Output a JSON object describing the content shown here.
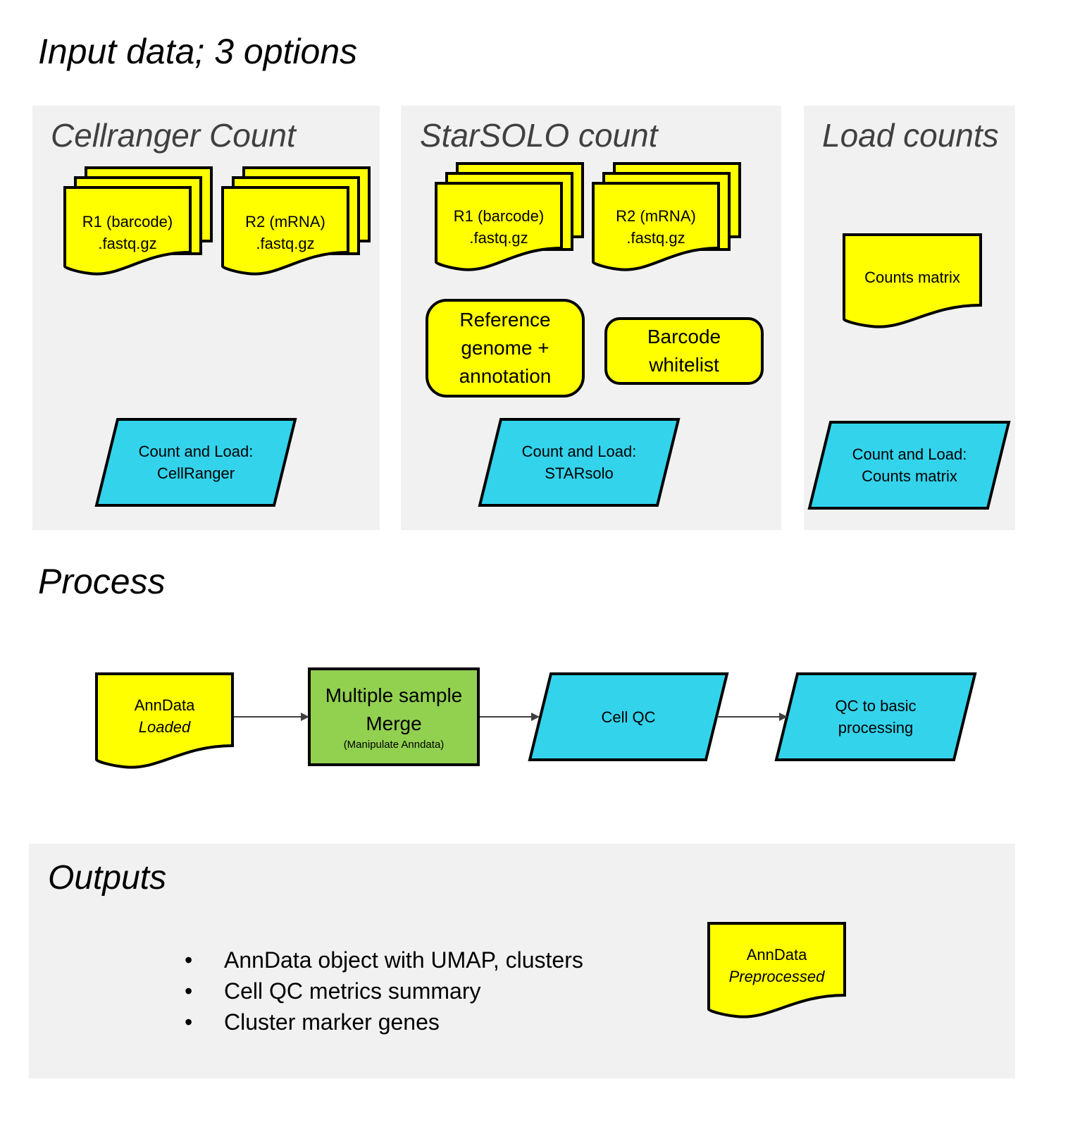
{
  "sections": {
    "input_heading": "Input data; 3 options",
    "process_heading": "Process",
    "outputs_heading": "Outputs"
  },
  "colors": {
    "panel_bg": "#f1f1f1",
    "data_yellow": "#ffff00",
    "process_cyan": "#33d3ec",
    "merge_green": "#92d050",
    "stroke": "#000000",
    "arrow": "#404040",
    "panel_title": "#404040"
  },
  "panels": [
    {
      "title": "Cellranger Count",
      "files": [
        {
          "line1": "R1 (barcode)",
          "line2": ".fastq.gz"
        },
        {
          "line1": "R2 (mRNA)",
          "line2": ".fastq.gz"
        }
      ],
      "step": {
        "line1": "Count and Load:",
        "line2": "CellRanger"
      }
    },
    {
      "title": "StarSOLO count",
      "files": [
        {
          "line1": "R1 (barcode)",
          "line2": ".fastq.gz"
        },
        {
          "line1": "R2 (mRNA)",
          "line2": ".fastq.gz"
        }
      ],
      "resources": [
        {
          "lines": [
            "Reference",
            "genome +",
            "annotation"
          ]
        },
        {
          "lines": [
            "Barcode",
            "whitelist"
          ]
        }
      ],
      "step": {
        "line1": "Count and Load:",
        "line2": "STARsolo"
      }
    },
    {
      "title": "Load counts",
      "document": {
        "line1": "Counts matrix"
      },
      "step": {
        "line1": "Count and Load:",
        "line2": "Counts matrix"
      }
    }
  ],
  "process": {
    "nodes": [
      {
        "line1": "AnnData",
        "line2": "Loaded"
      },
      {
        "line1": "Multiple sample",
        "line2": "Merge",
        "note": "(Manipulate Anndata)"
      },
      {
        "line1": "Cell QC"
      },
      {
        "line1": "QC to basic",
        "line2": "processing"
      }
    ]
  },
  "outputs": {
    "items": [
      "AnnData object with UMAP, clusters",
      "Cell QC metrics summary",
      "Cluster marker genes"
    ],
    "document": {
      "line1": "AnnData",
      "line2": "Preprocessed"
    }
  }
}
